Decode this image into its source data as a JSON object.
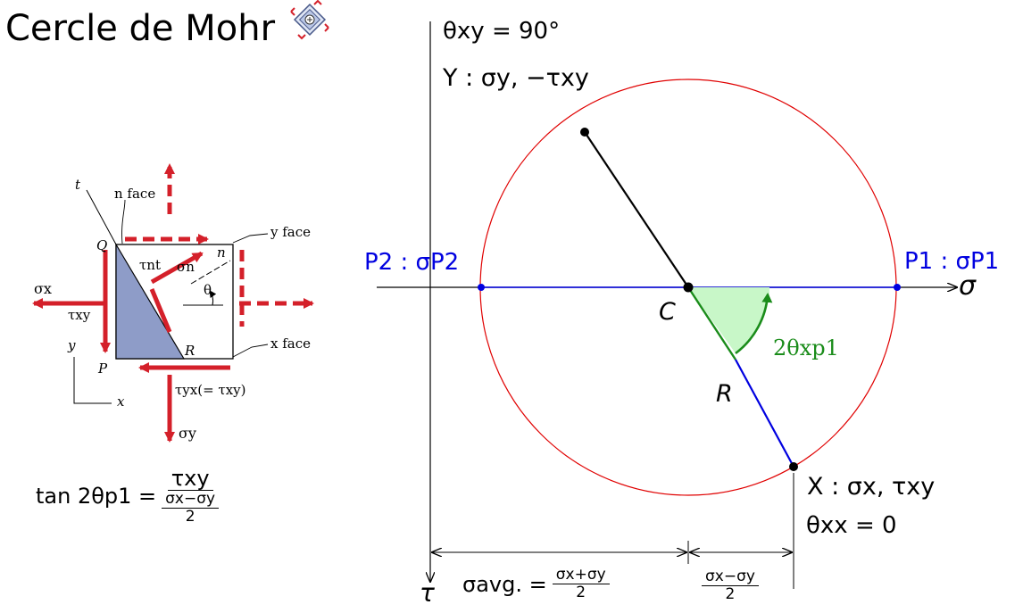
{
  "title": "Cercle de Mohr",
  "colors": {
    "axis": "#000000",
    "circle": "#e00000",
    "diameter_blue": "#0000e0",
    "angle_green": "#1a8c1a",
    "wedge_fill": "#c8f7c8",
    "stress_red": "#d4202a",
    "block_fill": "#8e9cc8"
  },
  "icon": {
    "name": "stress-element-icon"
  },
  "element": {
    "t": "t",
    "n_face": "n face",
    "y_face": "y face",
    "x_face": "x face",
    "n": "n",
    "Q": "Q",
    "P": "P",
    "R": "R",
    "sigma_x": "σx",
    "tau_xy": "τxy",
    "tau_nt": "τnt",
    "sigma_n": "σn",
    "theta": "θ",
    "tau_yx": "τyx(= τxy)",
    "sigma_y": "σy",
    "x": "x",
    "y": "y"
  },
  "formula": {
    "lhs": "tan 2θp1 =",
    "num": "τxy",
    "den_num": "σx−σy",
    "den_den": "2"
  },
  "diagram": {
    "theta_top": "θxy = 90°",
    "Y_label": "Y : σy, −τxy",
    "P2_label": "P2 : σP2",
    "P1_label": "P1 : σP1",
    "sigma_axis": "σ",
    "C": "C",
    "R": "R",
    "angle": "2θxp1",
    "X_label": "X : σx, τxy",
    "theta_xx": "θxx = 0",
    "tau_axis": "τ",
    "sigma_avg": "σavg. =",
    "avg_num": "σx+σy",
    "avg_den": "2",
    "half_num": "σx−σy",
    "half_den": "2"
  }
}
